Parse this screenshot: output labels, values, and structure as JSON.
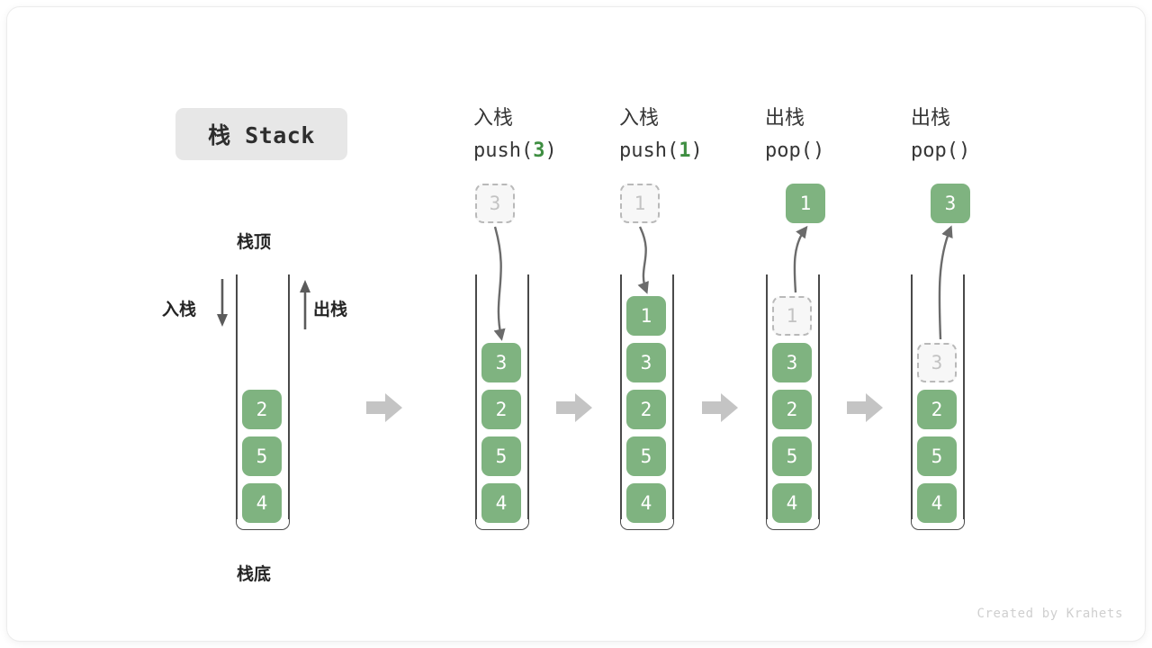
{
  "title": "栈 Stack",
  "footer": "Created by Krahets",
  "colors": {
    "element_green": "#7fb380",
    "arg_green": "#3e8e41",
    "ghost_fill": "#f7f7f7",
    "ghost_border": "#b9b9b9",
    "wall": "#4a4a4a",
    "separator_gray": "#c4c4c4",
    "chip_bg": "#e7e7e7"
  },
  "base_stack": {
    "top_label": "栈顶",
    "bottom_label": "栈底",
    "push_label": "入栈",
    "pop_label": "出栈",
    "elements": [
      "2",
      "5",
      "4"
    ]
  },
  "steps": [
    {
      "op_cn": "入栈",
      "op_code_prefix": "push(",
      "op_code_arg": "3",
      "op_code_suffix": ")",
      "floating": {
        "value": "3",
        "style": "ghost",
        "position": "above"
      },
      "arrow_direction": "down",
      "elements": [
        {
          "value": "3",
          "style": "filled"
        },
        {
          "value": "2",
          "style": "filled"
        },
        {
          "value": "5",
          "style": "filled"
        },
        {
          "value": "4",
          "style": "filled"
        }
      ]
    },
    {
      "op_cn": "入栈",
      "op_code_prefix": "push(",
      "op_code_arg": "1",
      "op_code_suffix": ")",
      "floating": {
        "value": "1",
        "style": "ghost",
        "position": "above"
      },
      "arrow_direction": "down",
      "elements": [
        {
          "value": "1",
          "style": "filled"
        },
        {
          "value": "3",
          "style": "filled"
        },
        {
          "value": "2",
          "style": "filled"
        },
        {
          "value": "5",
          "style": "filled"
        },
        {
          "value": "4",
          "style": "filled"
        }
      ]
    },
    {
      "op_cn": "出栈",
      "op_code_prefix": "pop(",
      "op_code_arg": "",
      "op_code_suffix": ")",
      "floating": {
        "value": "1",
        "style": "filled",
        "position": "above"
      },
      "arrow_direction": "up",
      "elements": [
        {
          "value": "1",
          "style": "ghost"
        },
        {
          "value": "3",
          "style": "filled"
        },
        {
          "value": "2",
          "style": "filled"
        },
        {
          "value": "5",
          "style": "filled"
        },
        {
          "value": "4",
          "style": "filled"
        }
      ]
    },
    {
      "op_cn": "出栈",
      "op_code_prefix": "pop(",
      "op_code_arg": "",
      "op_code_suffix": ")",
      "floating": {
        "value": "3",
        "style": "filled",
        "position": "above"
      },
      "arrow_direction": "up",
      "elements": [
        {
          "value": "3",
          "style": "ghost"
        },
        {
          "value": "2",
          "style": "filled"
        },
        {
          "value": "5",
          "style": "filled"
        },
        {
          "value": "4",
          "style": "filled"
        }
      ]
    }
  ]
}
